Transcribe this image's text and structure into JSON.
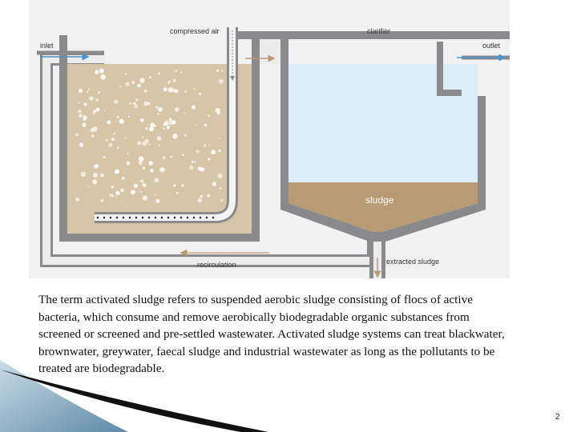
{
  "diagram": {
    "labels": {
      "inlet": "inlet",
      "compressed_air": "compressed air",
      "clarifier": "clarifier",
      "outlet": "outlet",
      "sludge": "sludge",
      "recirculation": "recirculation",
      "extracted_sludge": "extracted sludge"
    },
    "colors": {
      "wall": "#8a8a8d",
      "aeration_liquid": "#d6c5a6",
      "clear_water": "#dcedf8",
      "settled_sludge": "#b89a73",
      "inlet_arrow": "#4a93cf",
      "outlet_arrow": "#4a93cf",
      "air_arrow": "#8a8a8d",
      "transfer_arrow": "#b89a73",
      "extract_arrow": "#b89a73",
      "recirc_arrow": "#c5a986"
    }
  },
  "caption": "The term activated sludge refers to suspended aerobic sludge consisting of flocs of active bacteria, which consume and remove aerobically biodegradable organic substances from screened or screened and pre-settled wastewater. Activated sludge systems can treat blackwater, brownwater, greywater, faecal sludge and industrial wastewater as long as the pollutants to be treated are biodegradable.",
  "slide_number": "2"
}
